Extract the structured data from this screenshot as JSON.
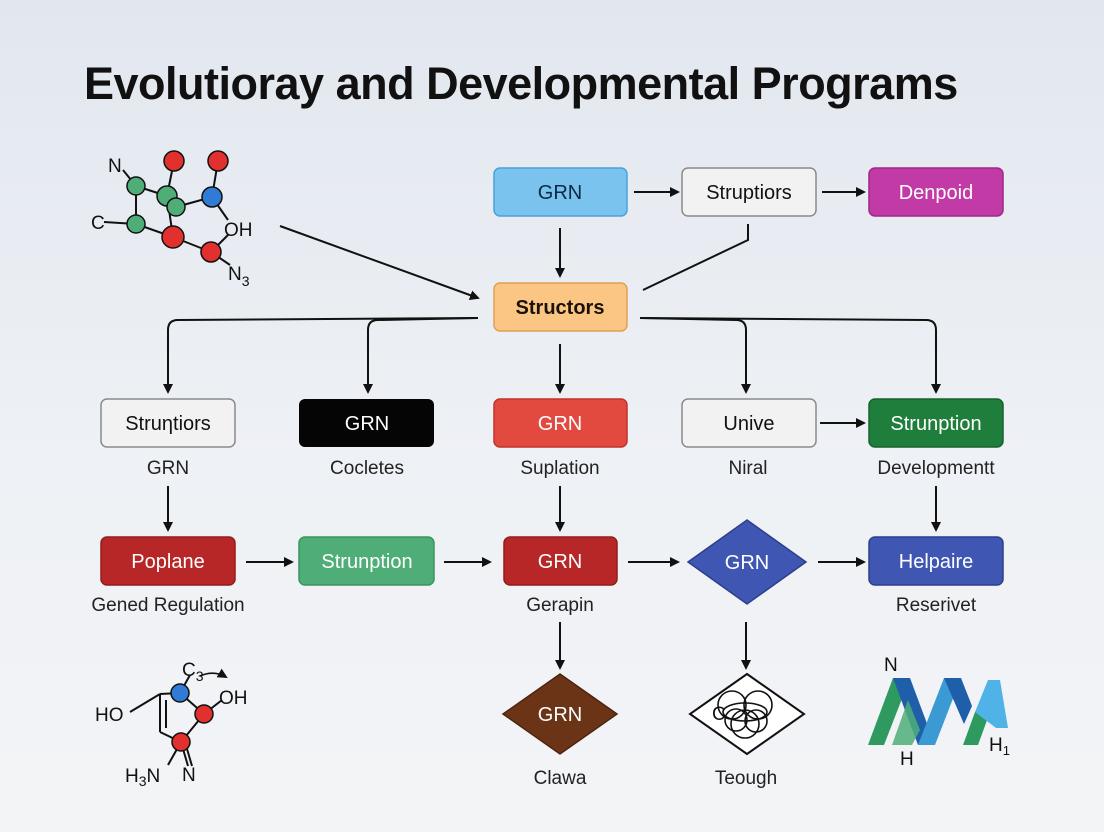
{
  "title": "Evolutioray and Developmental Programs",
  "colors": {
    "blue_light": "#79c3ee",
    "gray_light": "#f2f2f2",
    "magenta": "#c23aa6",
    "orange": "#fbc584",
    "black": "#050505",
    "red": "#e2493f",
    "green_dark": "#1f7e3b",
    "red_dark": "#b82727",
    "green_mid": "#4fae78",
    "blue_dark": "#3f57b3",
    "brown": "#6b3417"
  },
  "nodes": {
    "grn_top": "GRN",
    "struptiors_top": "Struptiors",
    "denpoid": "Denpoid",
    "structors": "Structors",
    "strutiors_mid": "Struηtiors",
    "grn_black": "GRN",
    "grn_red": "GRN",
    "unive": "Unive",
    "strunption_green": "Strunption",
    "poplane": "Poplane",
    "strunption_mid": "Strunption",
    "grn_darkred": "GRN",
    "grn_diamond_blue": "GRN",
    "helpaire": "Helpaire",
    "grn_diamond_brown": "GRN"
  },
  "captions": {
    "under_strutiors": "GRN",
    "under_grn_black": "Cocletes",
    "under_grn_red": "Suplation",
    "under_unive": "Niral",
    "under_strunption": "Developmentt",
    "under_poplane": "Gened Regulation",
    "under_grn_darkred": "Gerapin",
    "under_helpaire": "Reserivet",
    "under_brown": "Clawa",
    "under_knot": "Teough"
  },
  "chem_labels": {
    "mol1_n": "N",
    "mol1_c": "C",
    "mol1_oh": "OH",
    "mol1_n3_base": "N",
    "mol1_n3_sub": "3",
    "mol2_c_base": "C",
    "mol2_c_sub": "3",
    "mol2_ho": "HO",
    "mol2_oh": "OH",
    "mol2_h": "H",
    "mol2_h_sub": "3",
    "mol2_n": "N",
    "mol2_n2": "N",
    "knot_c": "C",
    "helix_n": "N",
    "helix_h": "H",
    "helix_h1_base": "H",
    "helix_h1_sub": "1"
  }
}
